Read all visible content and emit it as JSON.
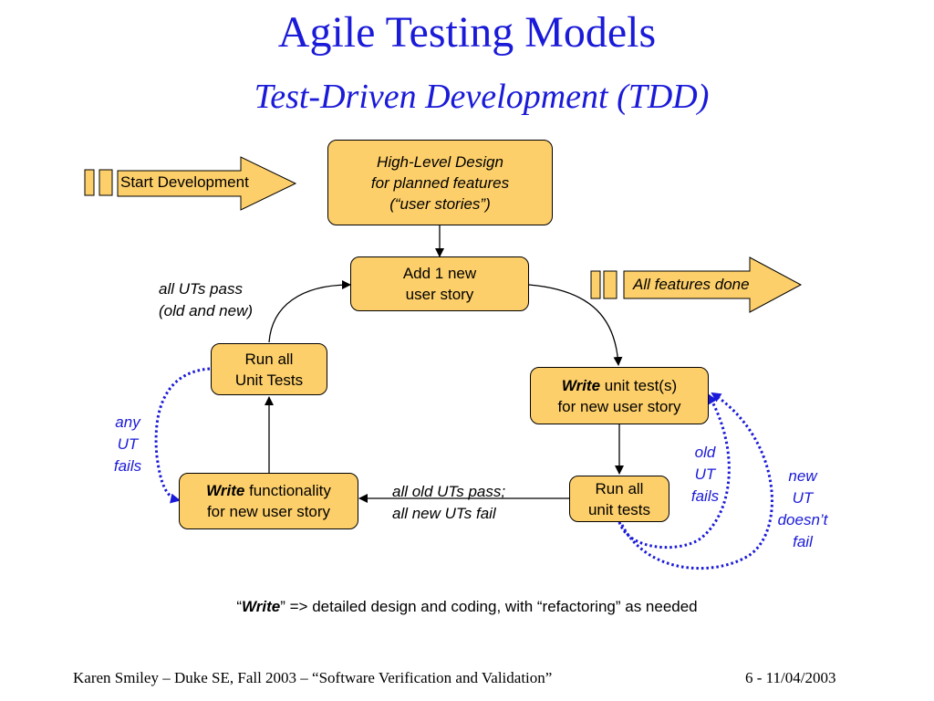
{
  "title": "Agile Testing Models",
  "subtitle": "Test-Driven Development (TDD)",
  "boxes": {
    "hld": [
      "High-Level Design",
      "for planned features",
      "(“user stories”)"
    ],
    "add": [
      "Add 1 new",
      "user story"
    ],
    "write_test": {
      "bold": "Write",
      "rest": " unit test(s)",
      "line2": "for new user story"
    },
    "run_all_right": [
      "Run all",
      "unit tests"
    ],
    "write_func": {
      "bold": "Write",
      "rest": " functionality",
      "line2": "for new user story"
    },
    "run_all_left": [
      "Run all",
      "Unit Tests"
    ]
  },
  "arrows": {
    "start": "Start Development",
    "done": "All features done"
  },
  "labels": {
    "all_pass": [
      "all UTs pass",
      "(old and new)"
    ],
    "old_pass": [
      "all old UTs pass;",
      "all new UTs fail"
    ],
    "any_fail": [
      "any",
      "UT",
      "fails"
    ],
    "old_fail": [
      "old",
      "UT",
      "fails"
    ],
    "new_fail": [
      "new",
      "UT",
      "doesn’t",
      "fail"
    ]
  },
  "note": {
    "open_quote": "“",
    "bold": "Write",
    "rest": "” => detailed design and coding, with “refactoring” as needed"
  },
  "footer": {
    "left": "Karen Smiley – Duke SE, Fall 2003 – “Software Verification and Validation”",
    "right": "6 - 11/04/2003"
  },
  "colors": {
    "box_fill": "#fdcf6a",
    "title_blue": "#1a1ad9",
    "loop_blue": "#1a1ad9"
  }
}
